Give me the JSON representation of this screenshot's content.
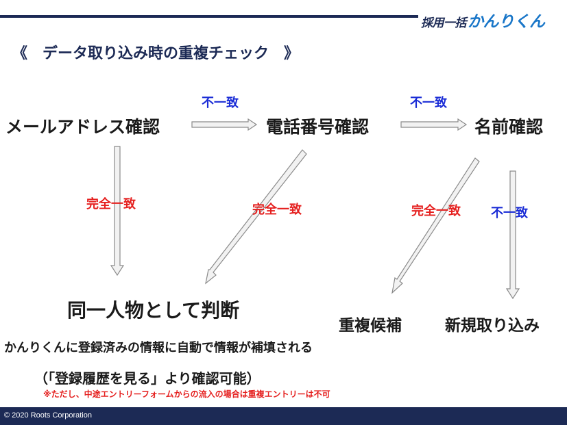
{
  "logo": {
    "part1": "採用一括",
    "part2": "かんりくん"
  },
  "title": "《　データ取り込み時の重複チェック　》",
  "nodes": {
    "email_check": "メールアドレス確認",
    "phone_check": "電話番号確認",
    "name_check": "名前確認",
    "same_person": "同一人物として判断",
    "duplicate_candidate": "重複候補",
    "new_import": "新規取り込み"
  },
  "edge_labels": {
    "mismatch_1": "不一致",
    "mismatch_2": "不一致",
    "mismatch_3": "不一致",
    "match_1": "完全一致",
    "match_2": "完全一致",
    "match_3": "完全一致"
  },
  "notes": {
    "autofill": "かんりくんに登録済みの情報に自動で情報が補填される",
    "history": "（「登録履歴を見る」より確認可能）",
    "caveat": "※ただし、中途エントリーフォームからの流入の場合は重複エントリーは不可"
  },
  "footer": {
    "copyright": "© 2020 Roots Corporation"
  },
  "colors": {
    "navy": "#1c2a55",
    "blue_label": "#1a2cd6",
    "red_label": "#e5201f",
    "logo_blue": "#1976c8"
  }
}
